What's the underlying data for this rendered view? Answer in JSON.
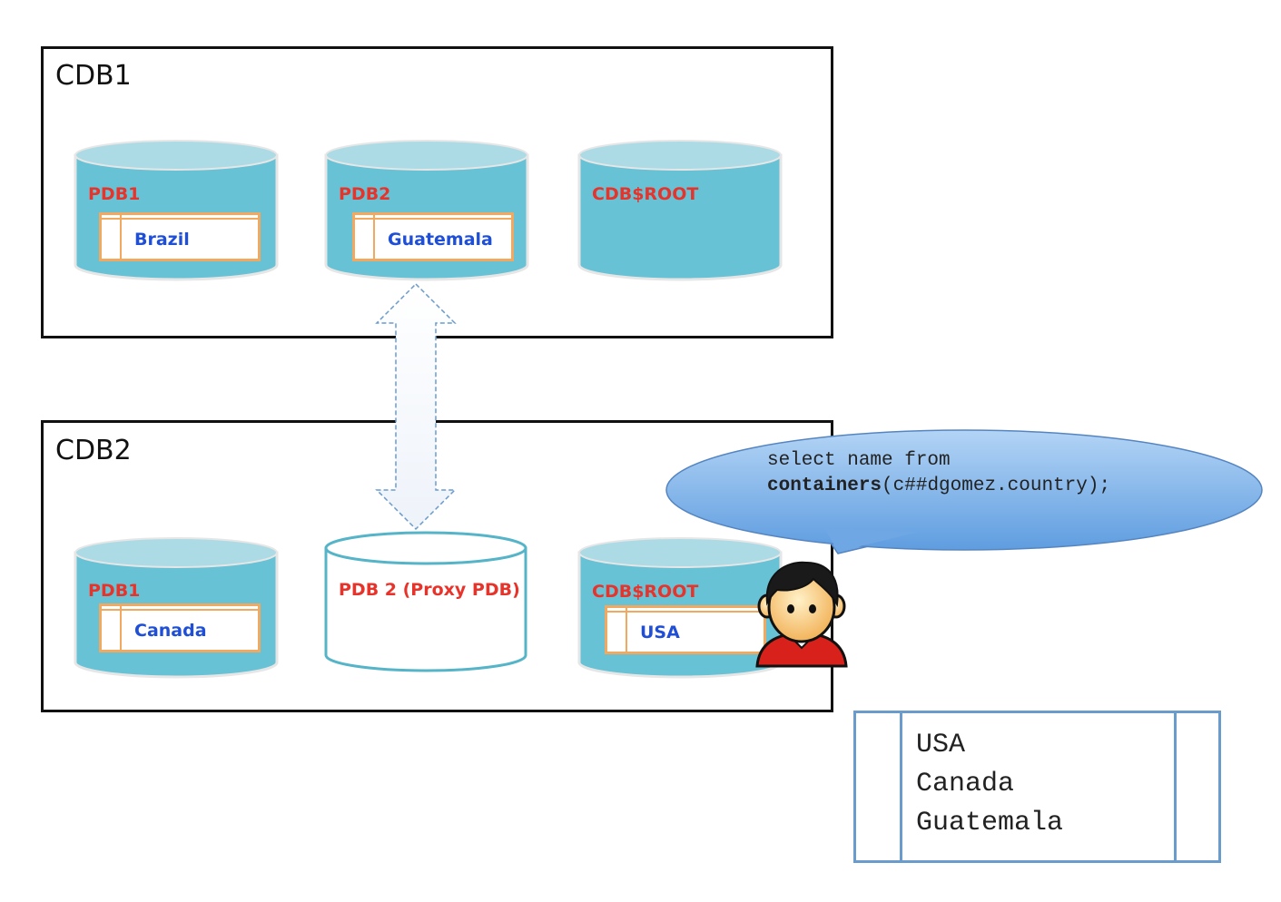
{
  "cdb1": {
    "label": "CDB1",
    "containers": [
      {
        "name": "PDB1",
        "table_value": "Brazil"
      },
      {
        "name": "PDB2",
        "table_value": "Guatemala"
      },
      {
        "name": "CDB$ROOT",
        "table_value": ""
      }
    ]
  },
  "cdb2": {
    "label": "CDB2",
    "containers": [
      {
        "name": "PDB1",
        "table_value": "Canada"
      },
      {
        "name": "PDB 2 (Proxy PDB)",
        "table_value": ""
      },
      {
        "name": "CDB$ROOT",
        "table_value": "USA"
      }
    ]
  },
  "query": {
    "line1": "select name from",
    "keyword": "containers",
    "rest": "(c##dgomez.country);"
  },
  "result": {
    "rows": [
      "USA",
      "Canada",
      "Guatemala"
    ]
  },
  "icons": {
    "user": "user-avatar-icon",
    "arrow": "bidirectional-arrow-icon"
  },
  "colors": {
    "cylinder_fill": "#67c2d6",
    "cylinder_top": "#acdbe6",
    "proxy_outline": "#55b4c8",
    "pdb_label": "#e8332b",
    "table_border": "#f3a860",
    "table_value": "#1f4fd6",
    "bubble": "#7fb2e8",
    "result_border": "#6a9bcd"
  }
}
